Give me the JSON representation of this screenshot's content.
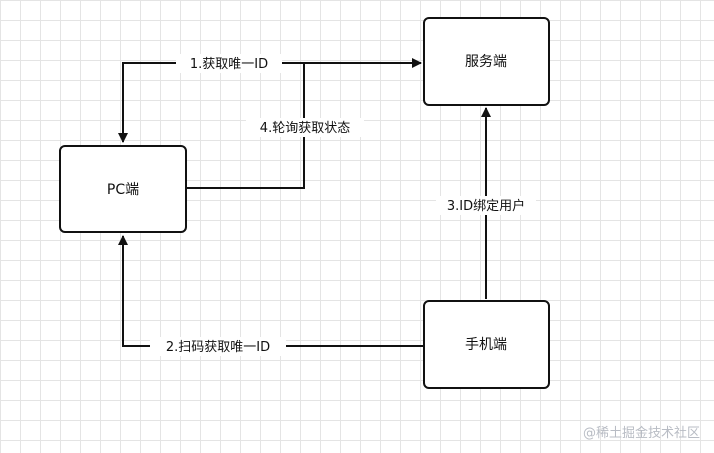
{
  "nodes": {
    "server": {
      "label": "服务端"
    },
    "pc": {
      "label": "PC端"
    },
    "mobile": {
      "label": "手机端"
    }
  },
  "edges": {
    "get_id": {
      "label": "1.获取唯一ID"
    },
    "scan": {
      "label": "2.扫码获取唯一ID"
    },
    "bind": {
      "label": "3.ID绑定用户"
    },
    "poll": {
      "label": "4.轮询获取状态"
    }
  },
  "watermark": {
    "text": "@稀土掘金技术社区"
  }
}
